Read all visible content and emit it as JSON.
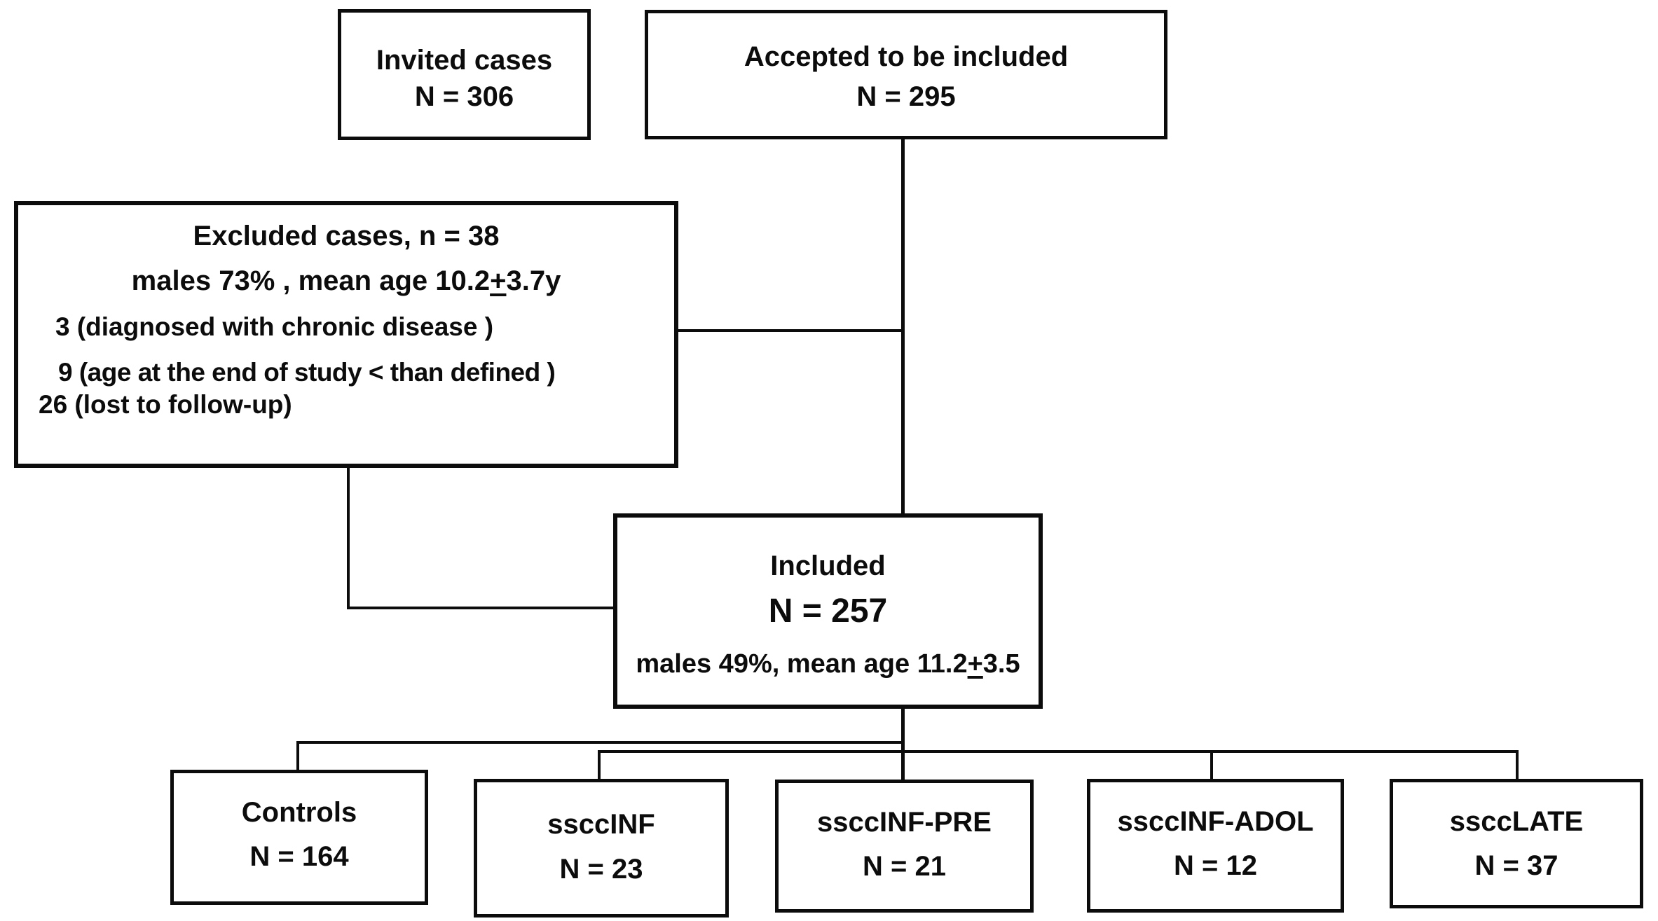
{
  "figure": {
    "background": "#ffffff",
    "line_color": "#0c0c0c",
    "boxes": {
      "invited": {
        "title": "Invited cases",
        "count": "N = 306"
      },
      "accepted": {
        "title": "Accepted to be included",
        "count": "N = 295"
      },
      "excluded": {
        "title": "Excluded  cases, n = 38",
        "demographics": {
          "pre": "males 73% , mean age 10.2",
          "plus": "+",
          "post": "3.7y"
        },
        "reason1": "3 (diagnosed with chronic disease )",
        "reason2": "9 (age at the end of study <  than defined )",
        "reason3": "26 (lost to follow-up)"
      },
      "included": {
        "title": "Included",
        "count": "N = 257",
        "demographics": {
          "pre": "males 49%, mean age 11.2",
          "plus": "+",
          "post": "3.5"
        }
      },
      "controls": {
        "title": "Controls",
        "count": "N = 164"
      },
      "ssccinf": {
        "title": "ssccINF",
        "count": "N = 23"
      },
      "ssccinf_pre": {
        "title": "ssccINF-PRE",
        "count": "N = 21"
      },
      "ssccinf_adol": {
        "title": "ssccINF-ADOL",
        "count": "N = 12"
      },
      "sscclate": {
        "title": "ssccLATE",
        "count": "N = 37"
      }
    }
  }
}
